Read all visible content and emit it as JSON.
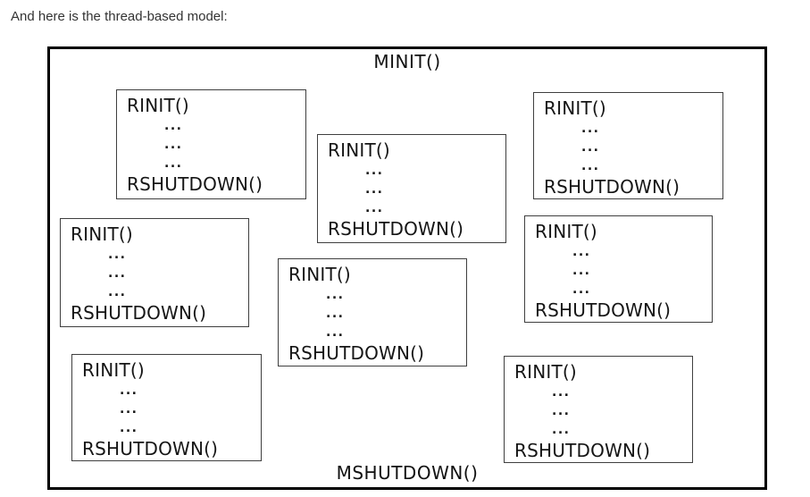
{
  "page": {
    "caption": "And here is the thread-based model:"
  },
  "diagram": {
    "minit_label": "MINIT()",
    "mshutdown_label": "MSHUTDOWN()",
    "boxes": [
      {
        "init": "RINIT()",
        "dots": [
          "...",
          "...",
          "..."
        ],
        "shutdown": "RSHUTDOWN()"
      },
      {
        "init": "RINIT()",
        "dots": [
          "...",
          "...",
          "..."
        ],
        "shutdown": "RSHUTDOWN()"
      },
      {
        "init": "RINIT()",
        "dots": [
          "...",
          "...",
          "..."
        ],
        "shutdown": "RSHUTDOWN()"
      },
      {
        "init": "RINIT()",
        "dots": [
          "...",
          "...",
          "..."
        ],
        "shutdown": "RSHUTDOWN()"
      },
      {
        "init": "RINIT()",
        "dots": [
          "...",
          "...",
          "..."
        ],
        "shutdown": "RSHUTDOWN()"
      },
      {
        "init": "RINIT()",
        "dots": [
          "...",
          "...",
          "..."
        ],
        "shutdown": "RSHUTDOWN()"
      },
      {
        "init": "RINIT()",
        "dots": [
          "...",
          "...",
          "..."
        ],
        "shutdown": "RSHUTDOWN()"
      },
      {
        "init": "RINIT()",
        "dots": [
          "...",
          "...",
          "..."
        ],
        "shutdown": "RSHUTDOWN()"
      }
    ]
  },
  "colors": {
    "background": "#ffffff",
    "caption_text": "#333333",
    "diagram_text": "#151515",
    "outer_border": "#000000",
    "inner_border": "#3f3f3f"
  }
}
